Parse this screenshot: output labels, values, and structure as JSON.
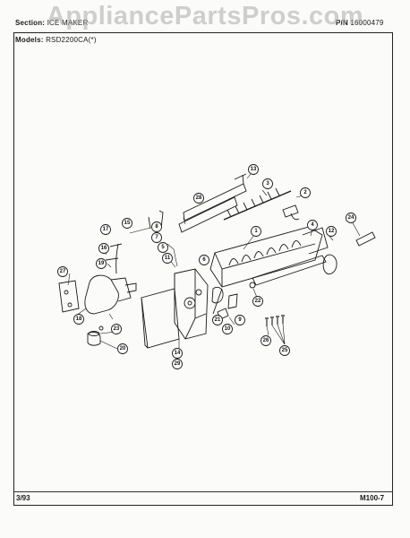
{
  "header": {
    "section_label": "Section:",
    "section_value": "ICE MAKER",
    "page_label": "P/N",
    "page_value": "16000479",
    "models_label": "Models:",
    "models_value": "RSD2200CA(*)"
  },
  "watermark": "AppliancePartsPros.com",
  "footer": {
    "date": "3/93",
    "code": "M100-7"
  },
  "callouts": [
    "1",
    "2",
    "3",
    "4",
    "5",
    "6",
    "7",
    "8",
    "9",
    "10",
    "11",
    "12",
    "13",
    "14",
    "15",
    "16",
    "17",
    "18",
    "19",
    "20",
    "21",
    "22",
    "23",
    "24",
    "25",
    "26",
    "27",
    "28",
    "29"
  ],
  "colors": {
    "ink": "#1a1a1a",
    "paper": "#fbfbf9",
    "watermark": "#aaaaaa"
  }
}
